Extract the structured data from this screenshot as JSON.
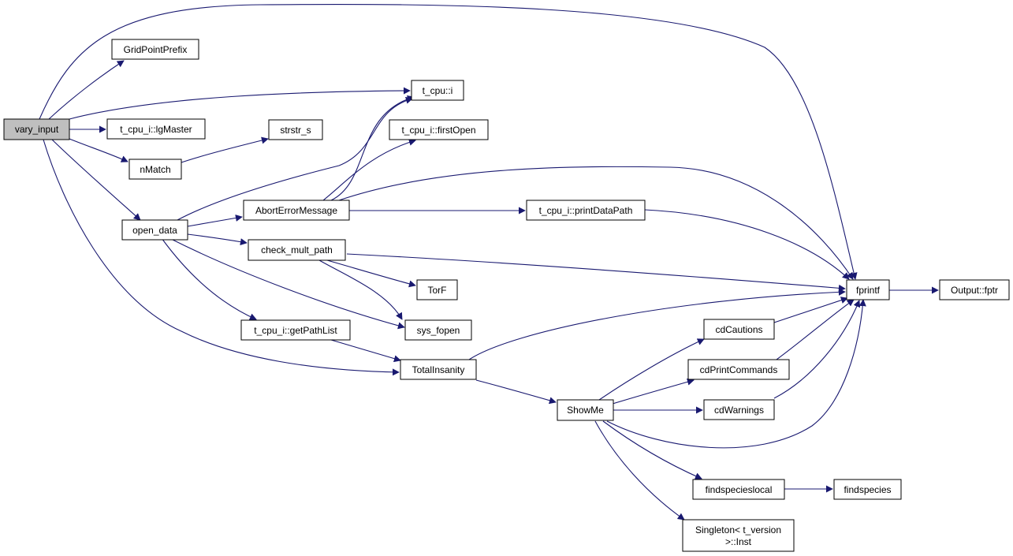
{
  "diagram": {
    "type": "call-graph",
    "root": "vary_input",
    "colors": {
      "edge": "#191970",
      "node_fill": "#ffffff",
      "root_fill": "#bfbfbf",
      "node_border": "#000000"
    },
    "nodes": {
      "vary_input": "vary_input",
      "gridpointprefix": "GridPointPrefix",
      "t_cpu_i": "t_cpu::i",
      "lgmaster": "t_cpu_i::lgMaster",
      "strstr_s": "strstr_s",
      "firstopen": "t_cpu_i::firstOpen",
      "nmatch": "nMatch",
      "aborterrormessage": "AbortErrorMessage",
      "printdatapath": "t_cpu_i::printDataPath",
      "open_data": "open_data",
      "check_mult_path": "check_mult_path",
      "fprintf": "fprintf",
      "output_fptr": "Output::fptr",
      "torf": "TorF",
      "sys_fopen": "sys_fopen",
      "getpathlist": "t_cpu_i::getPathList",
      "cdcautions": "cdCautions",
      "totalinsanity": "TotalInsanity",
      "cdprintcommands": "cdPrintCommands",
      "showme": "ShowMe",
      "cdwarnings": "cdWarnings",
      "findspecieslocal": "findspecieslocal",
      "findspecies": "findspecies",
      "singleton_line1": "Singleton< t_version",
      "singleton_line2": ">::Inst"
    },
    "edges": [
      [
        "vary_input",
        "gridpointprefix"
      ],
      [
        "vary_input",
        "t_cpu_i"
      ],
      [
        "vary_input",
        "lgmaster"
      ],
      [
        "vary_input",
        "nmatch"
      ],
      [
        "vary_input",
        "open_data"
      ],
      [
        "vary_input",
        "fprintf"
      ],
      [
        "vary_input",
        "totalinsanity"
      ],
      [
        "nmatch",
        "strstr_s"
      ],
      [
        "open_data",
        "t_cpu_i"
      ],
      [
        "open_data",
        "aborterrormessage"
      ],
      [
        "open_data",
        "check_mult_path"
      ],
      [
        "open_data",
        "sys_fopen"
      ],
      [
        "open_data",
        "getpathlist"
      ],
      [
        "aborterrormessage",
        "t_cpu_i"
      ],
      [
        "aborterrormessage",
        "firstopen"
      ],
      [
        "aborterrormessage",
        "fprintf"
      ],
      [
        "aborterrormessage",
        "printdatapath"
      ],
      [
        "printdatapath",
        "fprintf"
      ],
      [
        "check_mult_path",
        "fprintf"
      ],
      [
        "check_mult_path",
        "torf"
      ],
      [
        "check_mult_path",
        "sys_fopen"
      ],
      [
        "getpathlist",
        "totalinsanity"
      ],
      [
        "totalinsanity",
        "fprintf"
      ],
      [
        "totalinsanity",
        "showme"
      ],
      [
        "showme",
        "cdcautions"
      ],
      [
        "showme",
        "cdprintcommands"
      ],
      [
        "showme",
        "cdwarnings"
      ],
      [
        "showme",
        "fprintf"
      ],
      [
        "showme",
        "findspecieslocal"
      ],
      [
        "showme",
        "singleton"
      ],
      [
        "cdcautions",
        "fprintf"
      ],
      [
        "cdprintcommands",
        "fprintf"
      ],
      [
        "cdwarnings",
        "fprintf"
      ],
      [
        "findspecieslocal",
        "findspecies"
      ],
      [
        "fprintf",
        "output_fptr"
      ]
    ]
  }
}
